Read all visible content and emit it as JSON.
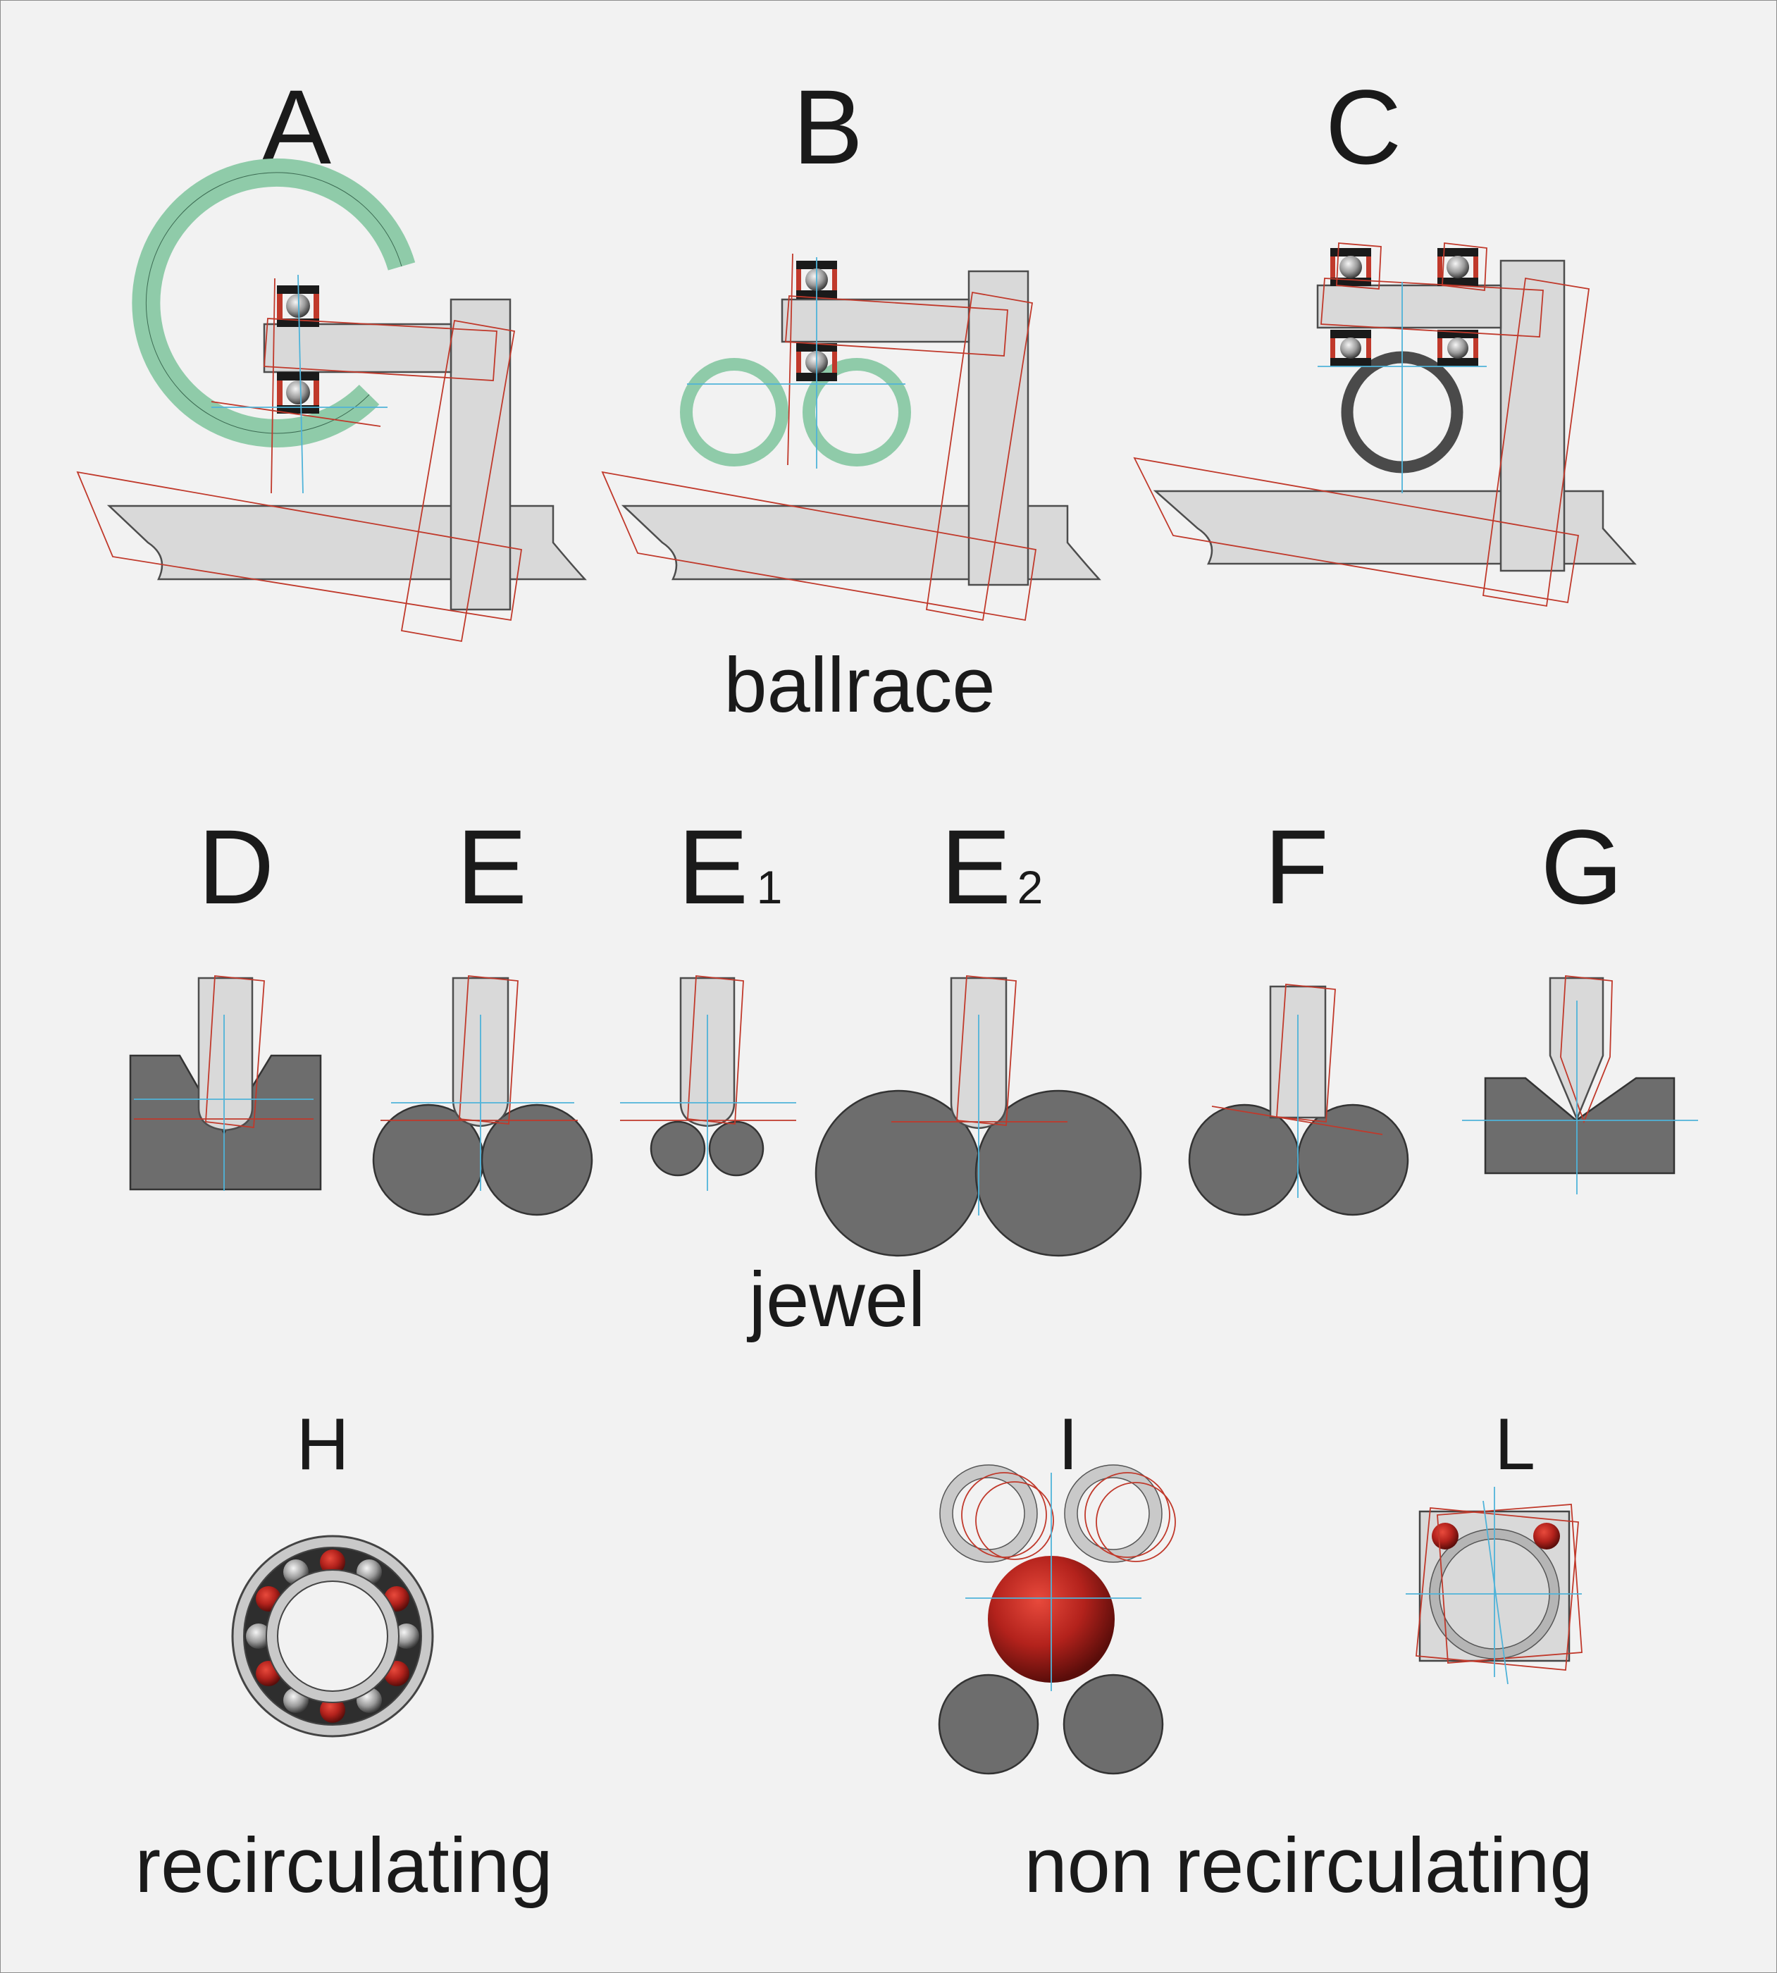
{
  "panels": {
    "A": "A",
    "B": "B",
    "C": "C",
    "D": "D",
    "E": "E",
    "E1": "E",
    "E1_sub": "1",
    "E2": "E",
    "E2_sub": "2",
    "F": "F",
    "G": "G",
    "H": "H",
    "I": "I",
    "L": "L"
  },
  "captions": {
    "ballrace": "ballrace",
    "jewel": "jewel",
    "recirculating": "recirculating",
    "non_recirculating": "non recirculating"
  },
  "colors": {
    "frame_gray": "#d9d9d9",
    "jewel_dark": "#6d6d6d",
    "green_ring": "#8fcba9",
    "red_ball": "#b3221c",
    "trace_red": "#c0392b",
    "axis_blue": "#4fb3d9"
  }
}
